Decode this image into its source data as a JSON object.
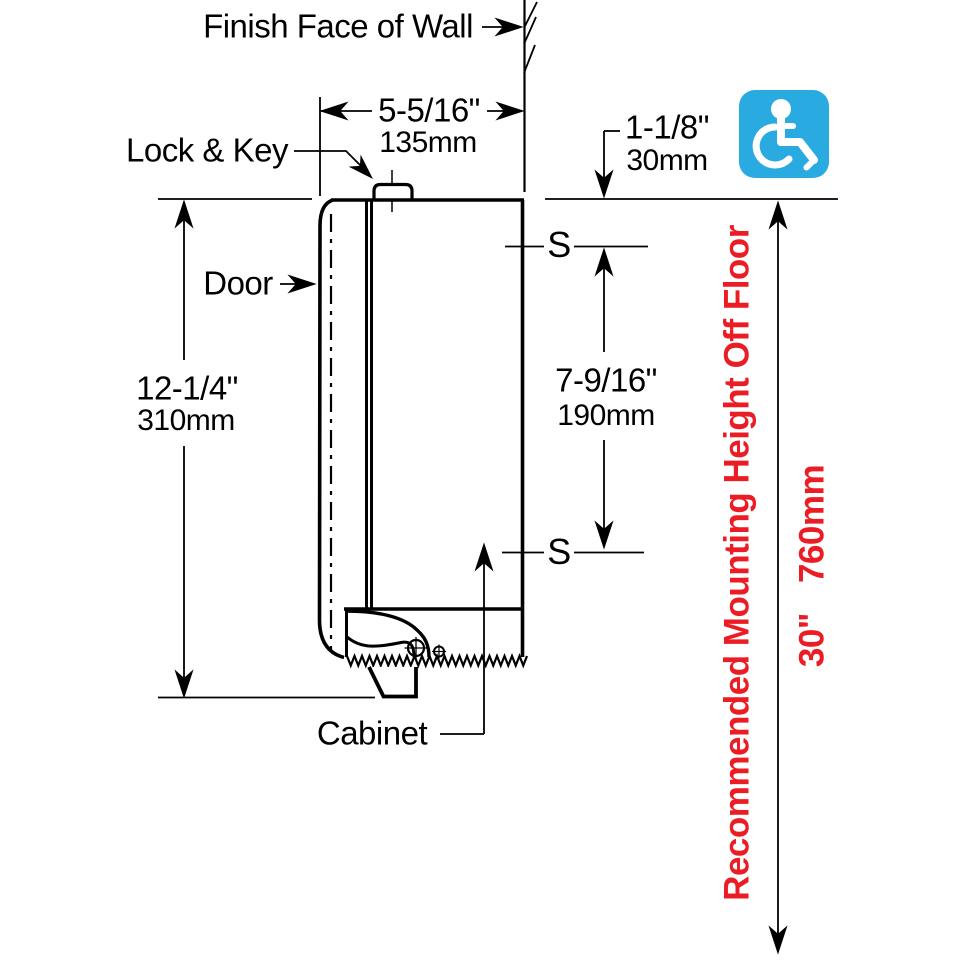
{
  "labels": {
    "finish_face_of_wall": "Finish Face of Wall",
    "lock_and_key": "Lock & Key",
    "door": "Door",
    "cabinet": "Cabinet",
    "seam_upper": "S",
    "seam_lower": "S"
  },
  "dimensions": {
    "cabinet_depth": {
      "inches": "5-5/16\"",
      "mm": "135mm"
    },
    "top_offset": {
      "inches": "1-1/8\"",
      "mm": "30mm"
    },
    "cabinet_height": {
      "inches": "12-1/4\"",
      "mm": "310mm"
    },
    "seam_spacing": {
      "inches": "7-9/16\"",
      "mm": "190mm"
    },
    "mounting_height": {
      "inches": "30\"",
      "mm": "760mm",
      "label": "Recommended Mounting Height Off Floor"
    }
  },
  "icons": {
    "accessibility": "wheelchair-accessibility-icon"
  },
  "colors": {
    "line": "#000000",
    "red": "#EC1C24",
    "blue": "#29ABE2",
    "background": "#FFFFFF"
  }
}
